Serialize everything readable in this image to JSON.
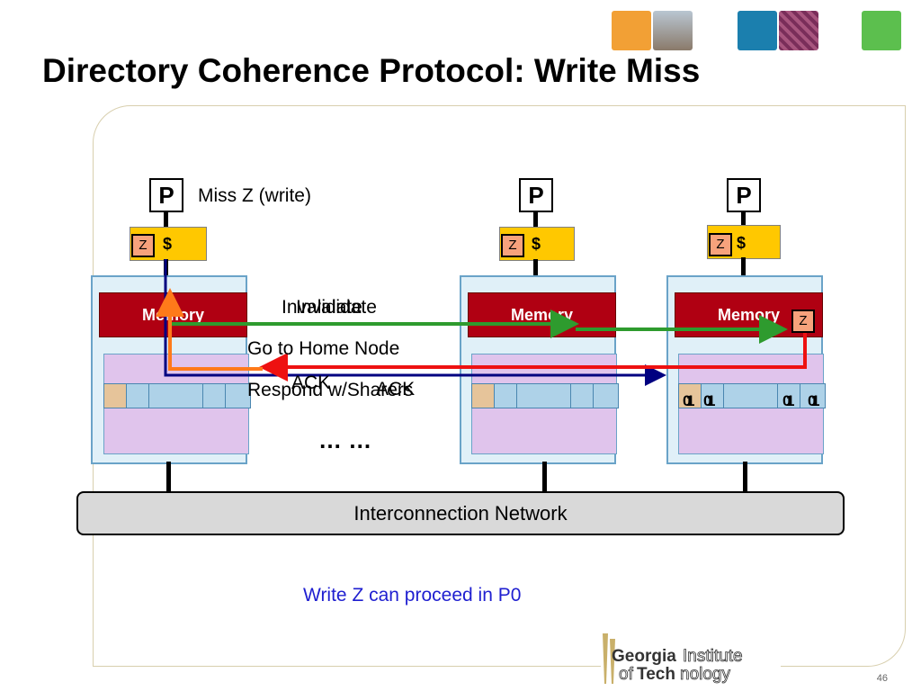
{
  "title": "Directory Coherence Protocol: Write Miss",
  "nodes": [
    {
      "proc": "P",
      "cache_line": "Z",
      "cache_sym": "$",
      "memory": "Memory"
    },
    {
      "proc": "P",
      "cache_line": "Z",
      "cache_sym": "$",
      "memory": "Memory"
    },
    {
      "proc": "P",
      "cache_line": "Z",
      "cache_sym": "$",
      "memory": "Memory",
      "mem_line": "Z",
      "dir_bits": [
        "0",
        "1",
        "0",
        "1",
        "0",
        "1",
        "0",
        "1"
      ]
    }
  ],
  "messages": {
    "miss": "Miss Z (write)",
    "invalidate_1": "Invalidate",
    "invalidate_2": "Invalidate",
    "go_home": "Go to Home Node",
    "ack_1": "ACK",
    "ack_2": "ACK",
    "respond": "Respond w/Sharers"
  },
  "ellipsis": "… …",
  "network": "Interconnection Network",
  "result": "Write Z can proceed in P0",
  "page_number": "46",
  "logo": {
    "line1": "GeorgiaInstitute",
    "line2": "ofTechnology"
  },
  "colors": {
    "invalidate": "#2e9b2e",
    "ack_response": "#ee1111",
    "request": "#000080",
    "response": "#ff7a1a"
  }
}
